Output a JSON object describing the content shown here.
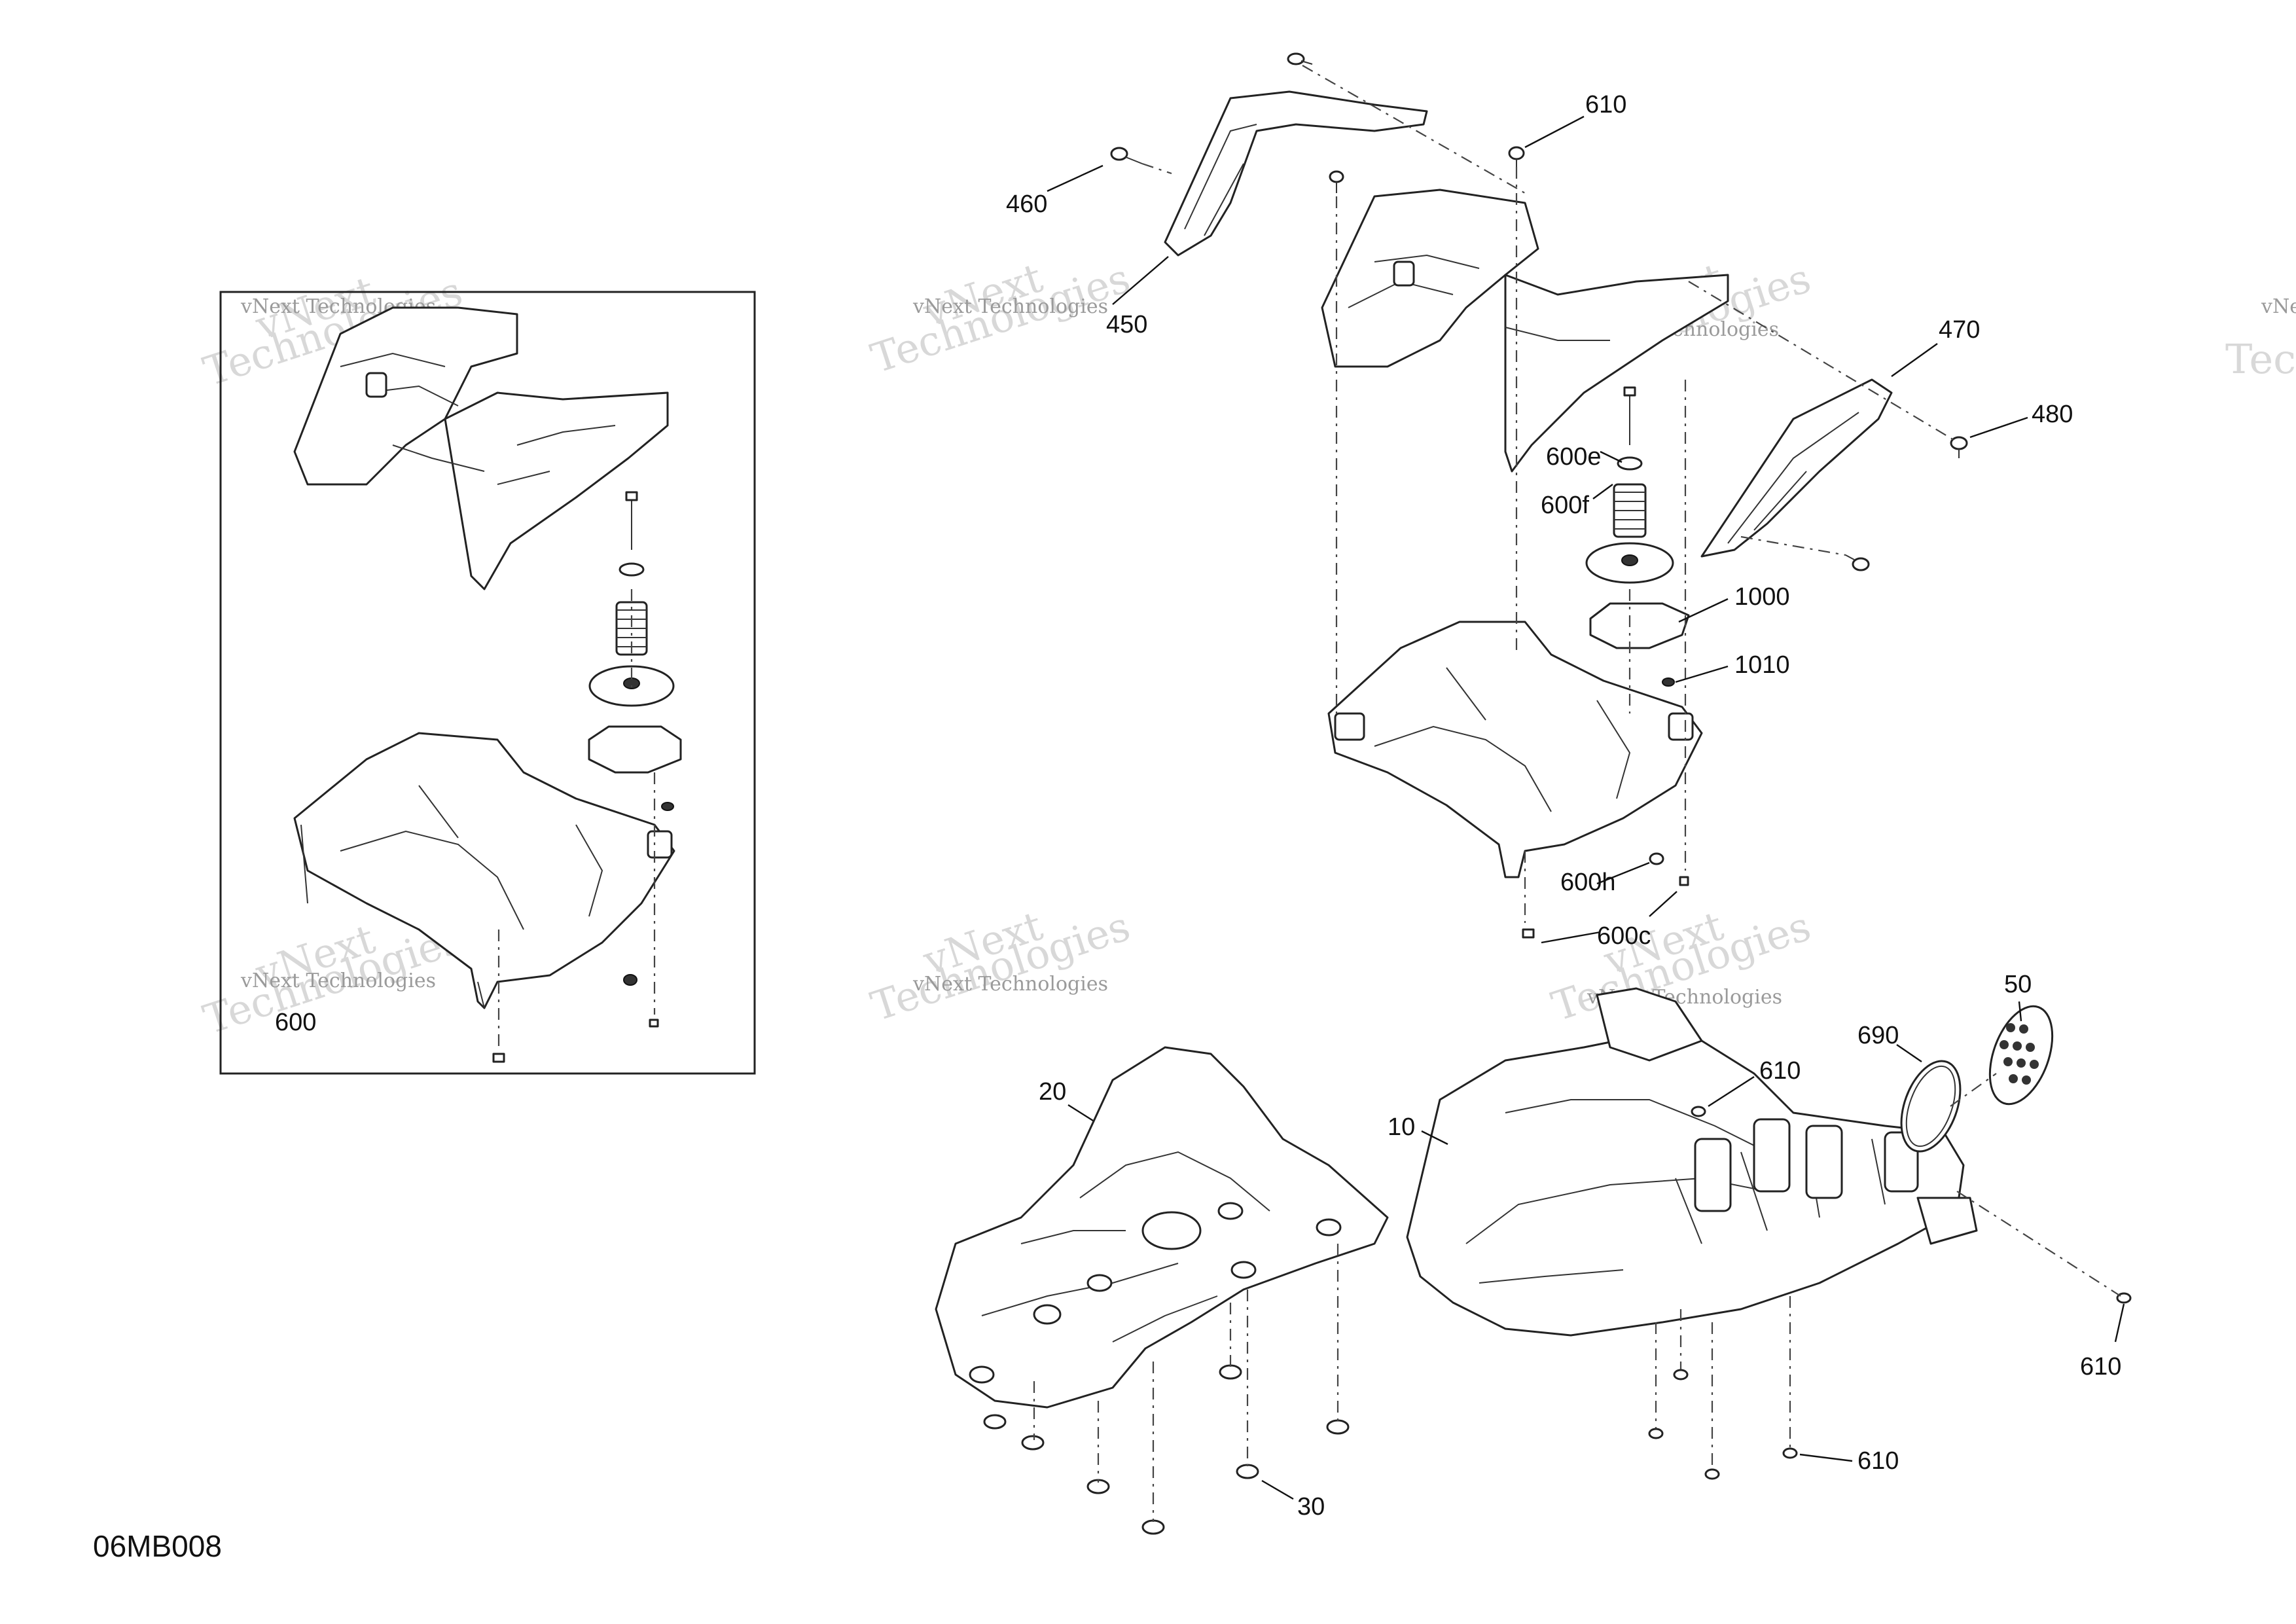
{
  "diagram": {
    "drawing_code": "06MB008",
    "watermark": {
      "line1": "vNext Technologies",
      "line2": "vNext",
      "line3": "Technologies"
    },
    "callouts": [
      {
        "id": "c450",
        "label": "450"
      },
      {
        "id": "c460",
        "label": "460"
      },
      {
        "id": "c610a",
        "label": "610"
      },
      {
        "id": "c470",
        "label": "470"
      },
      {
        "id": "c480",
        "label": "480"
      },
      {
        "id": "c600e",
        "label": "600e"
      },
      {
        "id": "c600f",
        "label": "600f"
      },
      {
        "id": "c1000",
        "label": "1000"
      },
      {
        "id": "c1010",
        "label": "1010"
      },
      {
        "id": "c600h",
        "label": "600h"
      },
      {
        "id": "c600c",
        "label": "600c"
      },
      {
        "id": "c600",
        "label": "600"
      },
      {
        "id": "c20",
        "label": "20"
      },
      {
        "id": "c30",
        "label": "30"
      },
      {
        "id": "c10",
        "label": "10"
      },
      {
        "id": "c610b",
        "label": "610"
      },
      {
        "id": "c690",
        "label": "690"
      },
      {
        "id": "c50",
        "label": "50"
      },
      {
        "id": "c610c",
        "label": "610"
      },
      {
        "id": "c610d",
        "label": "610"
      }
    ]
  }
}
